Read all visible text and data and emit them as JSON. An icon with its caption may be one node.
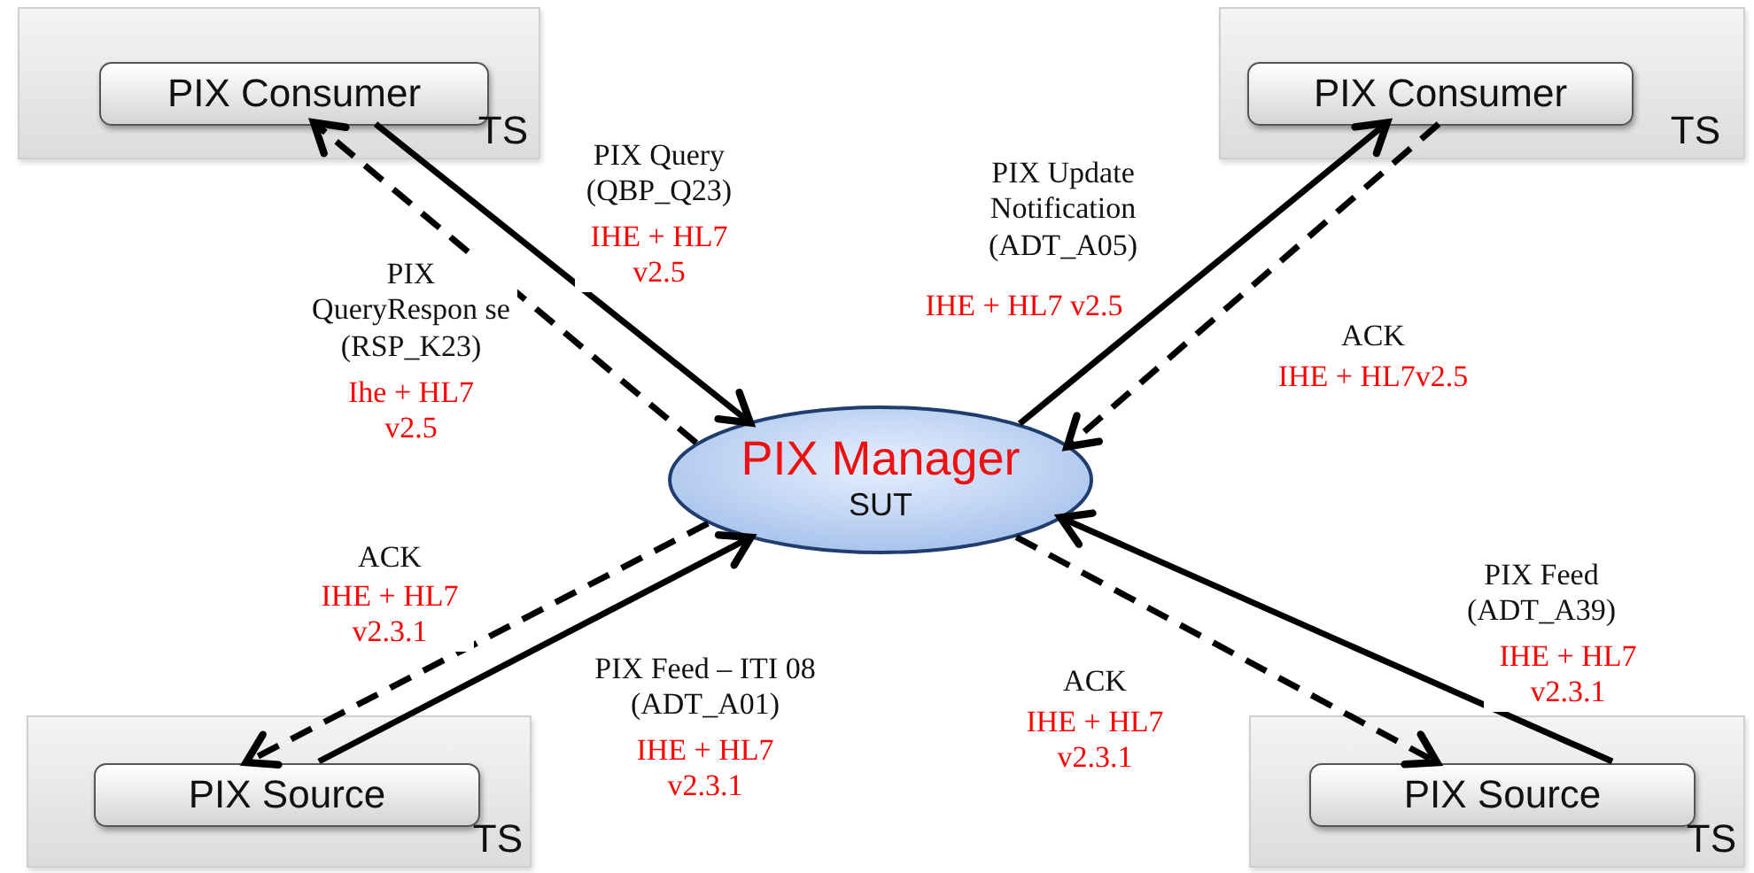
{
  "diagram": {
    "nodes": [
      {
        "text": [
          "TS"
        ]
      },
      {
        "text": [
          "PIX Consumer"
        ],
        "in": 0
      },
      {
        "text": [
          "TS"
        ]
      },
      {
        "text": [
          "PIX Consumer"
        ],
        "in": 2
      },
      {
        "text": [
          "PIX Manager",
          "SUT"
        ]
      },
      {
        "text": [
          "TS"
        ]
      },
      {
        "text": [
          "PIX Source"
        ],
        "in": 5
      },
      {
        "text": [
          "TS"
        ]
      },
      {
        "text": [
          "PIX Source"
        ],
        "in": 7
      }
    ],
    "edges": [
      {
        "from": 1,
        "to": 4,
        "arrow": "to",
        "label": "PIX Query (QBP_Q23)"
      },
      {
        "from": 4,
        "to": 1,
        "arrow": "to",
        "style": "dashed",
        "label": "PIX QueryRespon se (RSP_K23)"
      },
      {
        "from": 4,
        "to": 3,
        "arrow": "to",
        "label": "PIX Update Notification (ADT_A05)"
      },
      {
        "from": 3,
        "to": 4,
        "arrow": "to",
        "style": "dashed",
        "label": "ACK"
      },
      {
        "from": 6,
        "to": 4,
        "arrow": "to",
        "label": "PIX Feed – ITI 08 (ADT_A01)"
      },
      {
        "from": 4,
        "to": 6,
        "arrow": "to",
        "style": "dashed",
        "label": "ACK"
      },
      {
        "from": 8,
        "to": 4,
        "arrow": "to",
        "label": "PIX Feed (ADT_A39)"
      },
      {
        "from": 4,
        "to": 8,
        "arrow": "to",
        "style": "dashed",
        "label": "ACK"
      }
    ],
    "labels": [
      "IHE + HL7 v2.5",
      "Ihe + HL7 v2.5",
      "IHE + HL7 v2.5",
      "IHE + HL7v2.5",
      "IHE + HL7 v2.3.1",
      "IHE + HL7 v2.3.1",
      "IHE + HL7 v2.3.1",
      "IHE + HL7 v2.3.1"
    ]
  }
}
